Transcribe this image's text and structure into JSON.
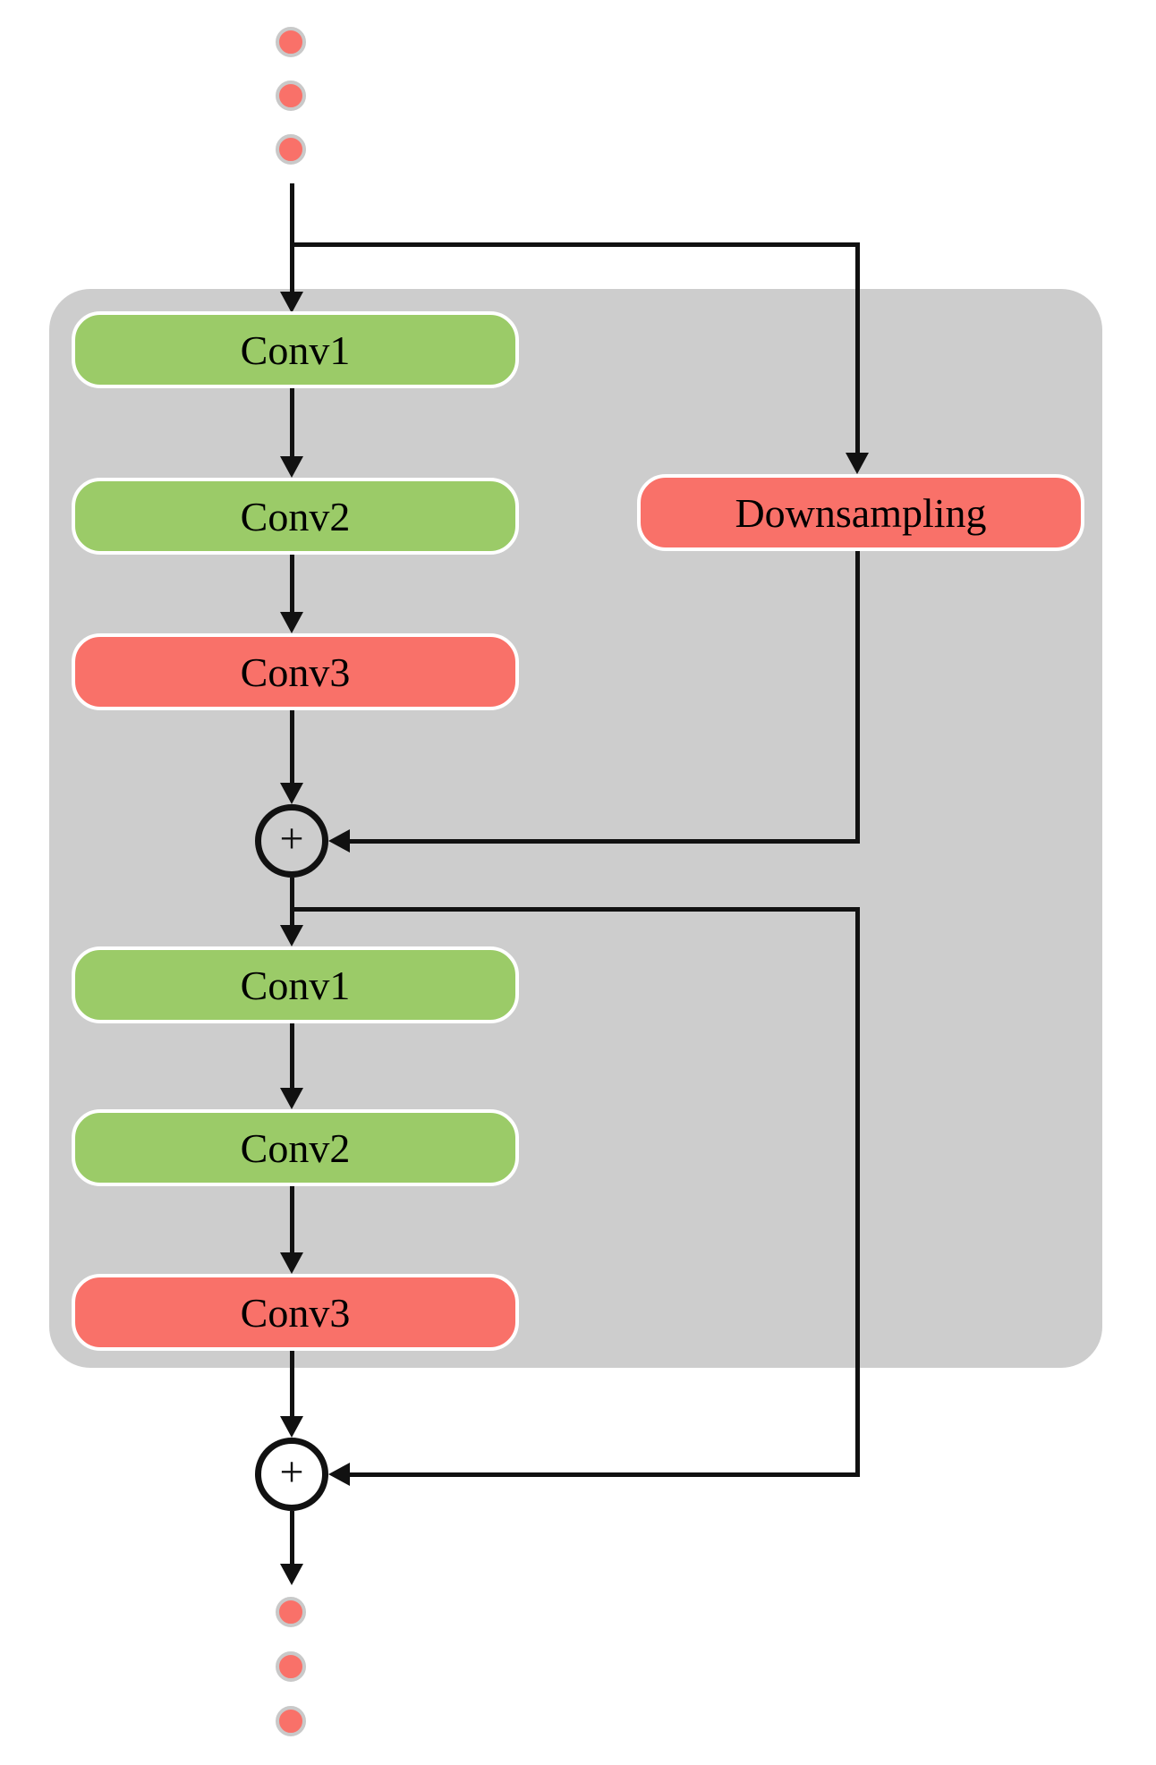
{
  "colors": {
    "background": "#ffffff",
    "container_fill": "#cdcdcd",
    "conv_green": "#9bcb68",
    "accent_red": "#f97169",
    "line_black": "#111111",
    "box_border_white": "#ffffff",
    "dot_ring_gray": "#c9c9c9"
  },
  "blocks": [
    {
      "name": "residual-block-1",
      "layers": [
        {
          "label": "Conv1",
          "color": "#9bcb68"
        },
        {
          "label": "Conv2",
          "color": "#9bcb68"
        },
        {
          "label": "Conv3",
          "color": "#f97169"
        }
      ]
    },
    {
      "name": "residual-block-2",
      "layers": [
        {
          "label": "Conv1",
          "color": "#9bcb68"
        },
        {
          "label": "Conv2",
          "color": "#9bcb68"
        },
        {
          "label": "Conv3",
          "color": "#f97169"
        }
      ]
    }
  ],
  "downsampling": {
    "label": "Downsampling",
    "color": "#f97169"
  },
  "add_nodes": [
    {
      "symbol": "+"
    },
    {
      "symbol": "+"
    }
  ],
  "ellipsis": {
    "top_dot_count": 3,
    "bottom_dot_count": 3,
    "dot_fill": "#f97169",
    "dot_ring": "#c9c9c9"
  }
}
